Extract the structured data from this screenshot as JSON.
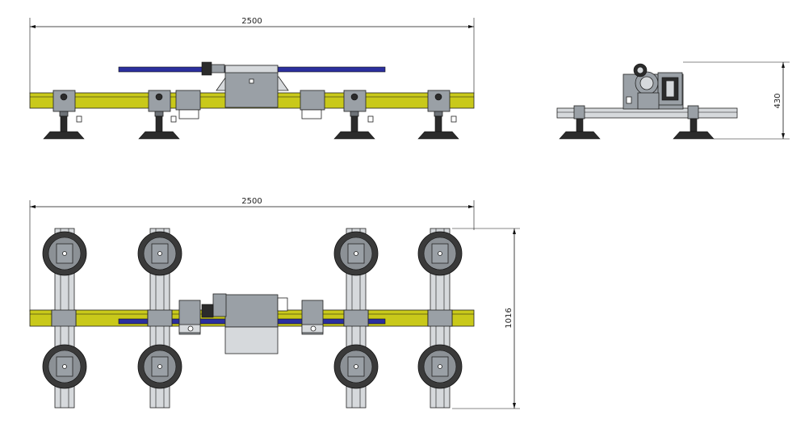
{
  "dimensions": {
    "front_width": "2500",
    "side_height": "430",
    "top_width": "2500",
    "top_height": "1016"
  },
  "colors": {
    "beam": "#c9c91a",
    "crossbar": "#2b2f9e",
    "housing": "#9aa0a6"
  }
}
